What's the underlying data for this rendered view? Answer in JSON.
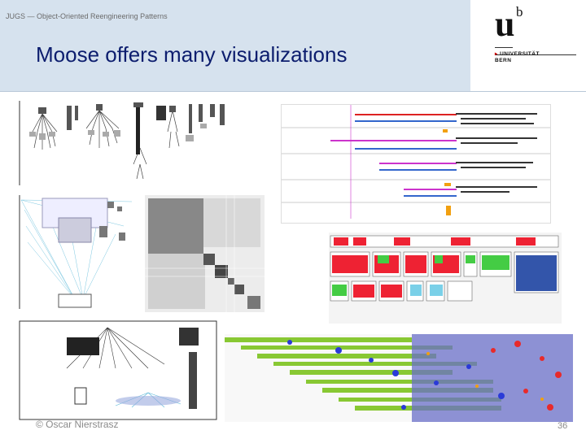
{
  "header": {
    "course": "JUGS — Object-Oriented Reengineering Patterns",
    "title": "Moose offers many visualizations"
  },
  "logo": {
    "mark_u": "u",
    "mark_b": "b",
    "line1": "UNIVERSITÄT",
    "line2": "BERN"
  },
  "footer": {
    "copyright": "© Oscar Nierstrasz",
    "page_number": "36"
  },
  "colors": {
    "header_bg": "#d6e2ee",
    "title": "#0c1d6e",
    "footer_text": "#8a8a8a"
  },
  "visualizations": [
    "tree-hierarchy-view",
    "code-timeline-view",
    "dependency-graph-view",
    "matrix-view",
    "package-blueprint-view",
    "radial-tree-view",
    "evolution-scatter-view"
  ]
}
